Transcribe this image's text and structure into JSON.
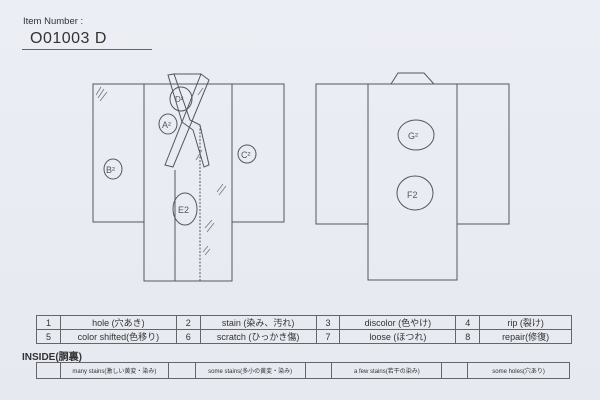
{
  "header": {
    "item_label": "Item Number :",
    "item_number": "O01003  D"
  },
  "diagram": {
    "front": {
      "labels": [
        "D2",
        "A2",
        "B2",
        "C2",
        "E2"
      ]
    },
    "back": {
      "labels": [
        "G2",
        "F2"
      ]
    }
  },
  "legend": {
    "rows": [
      [
        {
          "num": "1",
          "label": "hole (穴あき)"
        },
        {
          "num": "2",
          "label": "stain (染み、汚れ)"
        },
        {
          "num": "3",
          "label": "discolor (色やけ)"
        },
        {
          "num": "4",
          "label": "rip (裂け)"
        }
      ],
      [
        {
          "num": "5",
          "label": "color shifted(色移り)"
        },
        {
          "num": "6",
          "label": "scratch (ひっかき傷)"
        },
        {
          "num": "7",
          "label": "loose (ほつれ)"
        },
        {
          "num": "8",
          "label": "repair(修復)"
        }
      ]
    ]
  },
  "inside": {
    "title": "INSIDE(胴裏)",
    "items": [
      {
        "mark": "",
        "label": "many stains(激しい黄変・染み)"
      },
      {
        "mark": "",
        "label": "some stains(多小の黄変・染み)"
      },
      {
        "mark": "",
        "label": "a few stains(若干の染み)"
      },
      {
        "mark": "",
        "label": "some holes(穴あり)"
      }
    ]
  }
}
